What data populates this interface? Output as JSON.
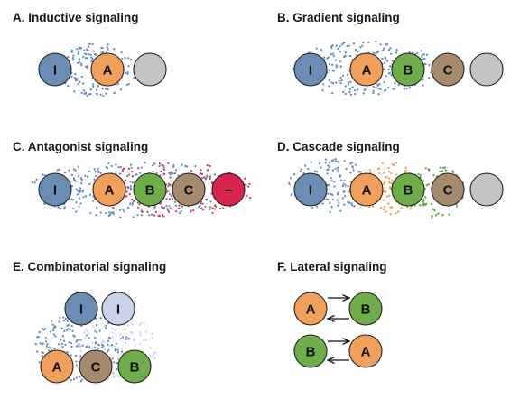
{
  "panels": {
    "a": {
      "title": "A.   Inductive signaling"
    },
    "b": {
      "title": "B.   Gradient signaling"
    },
    "c": {
      "title": "C.   Antagonist signaling"
    },
    "d": {
      "title": "D.   Cascade signaling"
    },
    "e": {
      "title": "E.   Combinatorial signaling"
    },
    "f": {
      "title": "F.   Lateral signaling"
    }
  },
  "labels": {
    "inducer": "I",
    "a": "A",
    "b": "B",
    "c": "C",
    "antagonist": "–"
  },
  "colors": {
    "inducer_cell": "#6b8cb3",
    "inducer_light_cell": "#c9d3ea",
    "a_cell": "#f0a05a",
    "b_cell": "#6fac4a",
    "c_cell": "#a68a6e",
    "antagonist_cell": "#d6244e",
    "inactive_cell": "#c4c4c4",
    "signal_blue": "#6689c0",
    "signal_red": "#c8405a",
    "signal_orange": "#f09a4a",
    "signal_green": "#5aa040"
  }
}
